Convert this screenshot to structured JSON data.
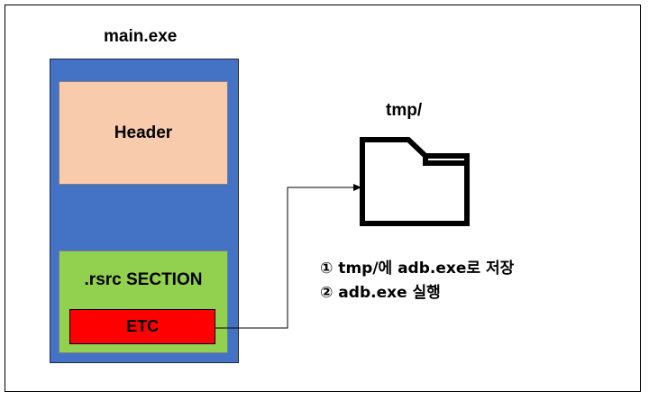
{
  "diagram": {
    "exe_title": "main.exe",
    "header_label": "Header",
    "rsrc_label": ".rsrc SECTION",
    "etc_label": "ETC",
    "folder_title": "tmp/",
    "steps": [
      "① tmp/에 adb.exe로 저장",
      "② adb.exe 실행"
    ]
  },
  "colors": {
    "exe_box": "#4472c4",
    "header_box": "#f8cbad",
    "rsrc_box": "#92d050",
    "etc_box": "#ff0000"
  },
  "icons": [
    "folder-icon",
    "arrow-connector"
  ]
}
